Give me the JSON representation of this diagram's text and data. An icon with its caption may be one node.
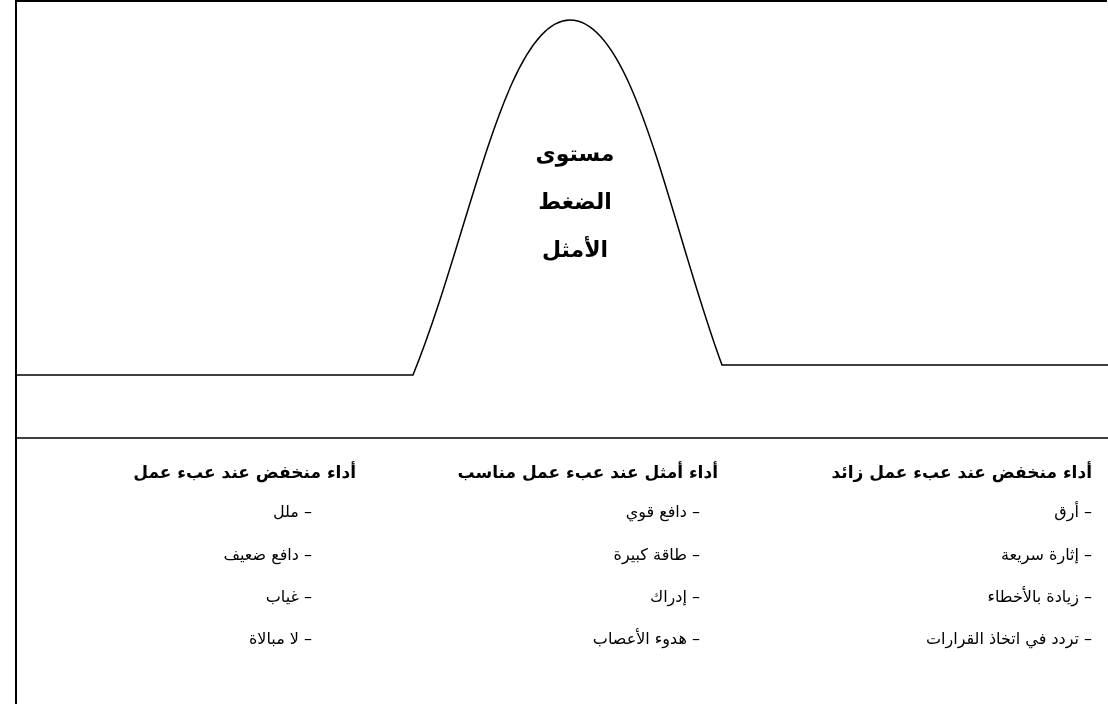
{
  "diagram": {
    "labels": [
      "مستوى الضغط الأمثل",
      "أداء منخفض عند عبء عمل زائد",
      "أداء أمثل عند عبء عمل مناسب",
      "أداء منخفض عند عبء عمل",
      "– أرق",
      "– دافع قوي",
      "– ملل",
      "– إثارة سريعة",
      "– طاقة كبيرة",
      "– دافع ضعيف",
      "– زيادة بالأخطاء",
      "– إدراك",
      "– غياب",
      "– تردد في اتخاذ القرارات",
      "– هدوء الأعصاب",
      "– لا مبالاة"
    ]
  }
}
